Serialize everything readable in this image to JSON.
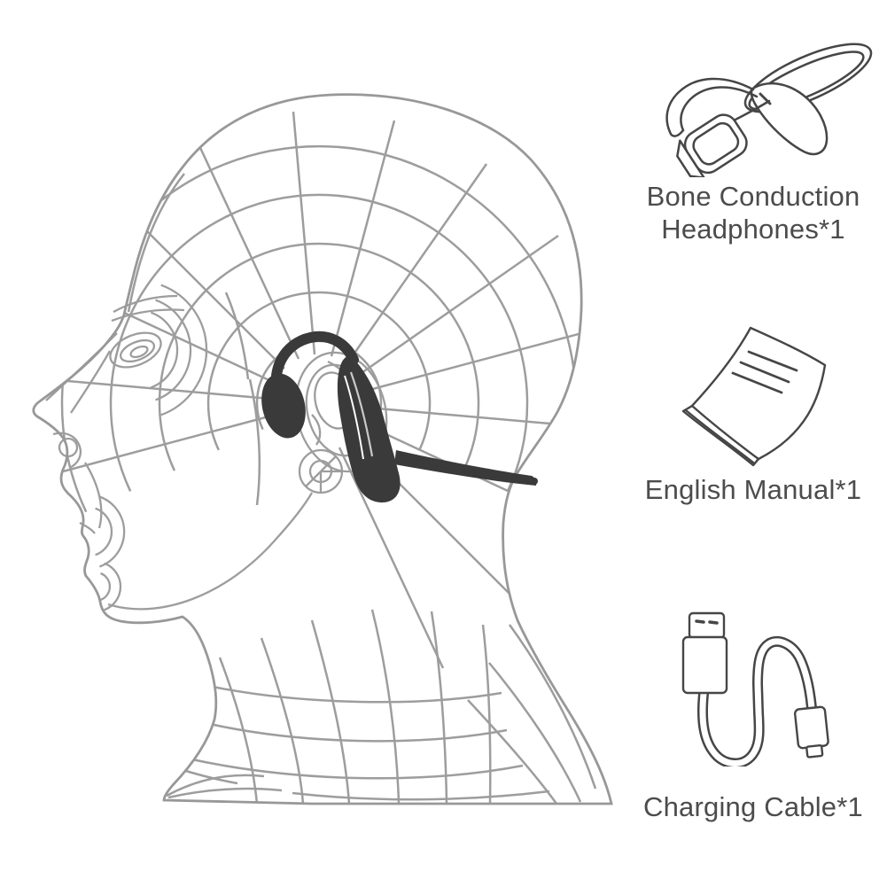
{
  "page": {
    "background_color": "#ffffff"
  },
  "main_illustration": {
    "name": "wireframe-head-wearing-bone-conduction-headphones",
    "mesh_color": "#9d9d9d",
    "headphones_color": "#3a3a3a"
  },
  "packing_list": {
    "text_color": "#4c4c4c",
    "icon_outline_color": "#464646",
    "items": [
      {
        "id": "headphones",
        "icon": "bone-conduction-headphones-icon",
        "lines": [
          "Bone Conduction",
          "Headphones*1"
        ]
      },
      {
        "id": "manual",
        "icon": "english-manual-icon",
        "lines": [
          "English Manual*1"
        ]
      },
      {
        "id": "cable",
        "icon": "charging-cable-icon",
        "lines": [
          "Charging Cable*1"
        ]
      }
    ]
  }
}
